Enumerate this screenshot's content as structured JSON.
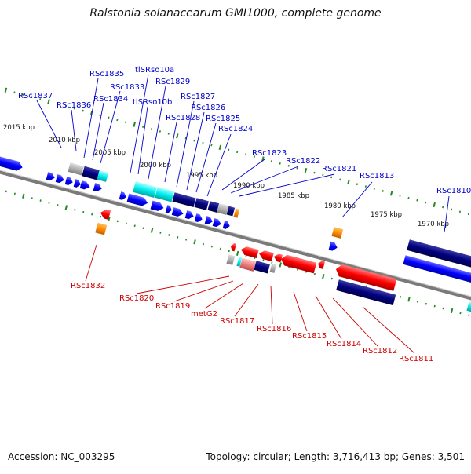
{
  "title": "Ralstonia solanacearum GMI1000, complete genome",
  "accession_label": "Accession: NC_003295",
  "topology_label": "Topology: circular; Length: 3,716,413 bp; Genes: 3,501",
  "colors": {
    "forward_gene": "#0000ff",
    "reverse_gene": "#ff0000",
    "forward_label": "#0000cc",
    "reverse_label": "#cc0000",
    "tick": "#228b22",
    "backbone": "#808080",
    "trna": "#00e5ee",
    "rrna": "#000080",
    "misc": "#ff8c00",
    "pseudo": "#b0b0b0"
  },
  "scale_labels": [
    "2015 kbp",
    "2010 kbp",
    "2005 kbp",
    "2000 kbp",
    "1995 kbp",
    "1990 kbp",
    "1985 kbp",
    "1980 kbp",
    "1975 kbp",
    "1970 kbp"
  ],
  "forward_labels": [
    "RSc1837",
    "RSc1836",
    "RSc1835",
    "RSc1834",
    "RSc1833",
    "tlSRso10a",
    "tlSRso10b",
    "RSc1829",
    "RSc1828",
    "RSc1827",
    "RSc1826",
    "RSc1825",
    "RSc1824",
    "RSc1823",
    "RSc1822",
    "RSc1821",
    "RSc1813",
    "RSc1810"
  ],
  "reverse_labels": [
    "RSc1832",
    "RSc1820",
    "RSc1819",
    "metG2",
    "RSc1817",
    "RSc1816",
    "RSc1815",
    "RSc1814",
    "RSc1812",
    "RSc1811"
  ]
}
